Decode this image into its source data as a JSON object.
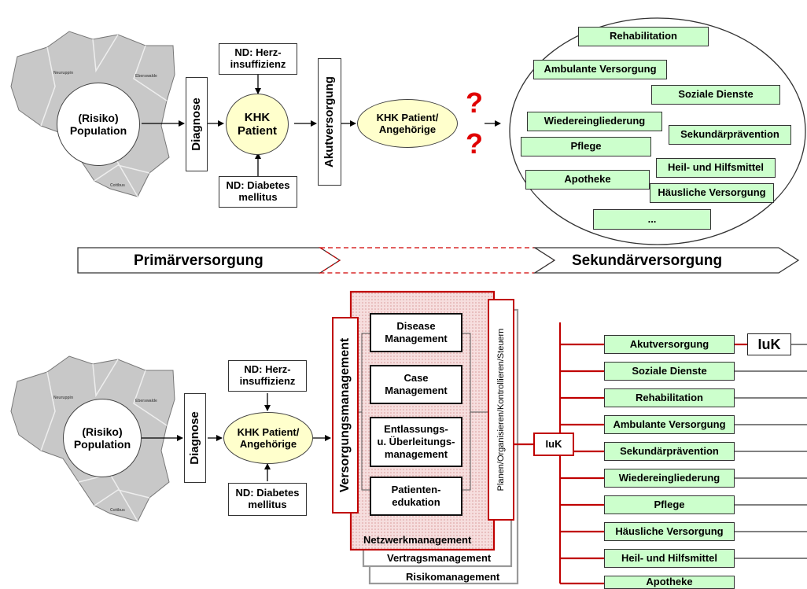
{
  "top": {
    "map_center": "(Risiko)\nPopulation",
    "map_towns": [
      "Eberswalde",
      "Neuruppin",
      "Cottbus"
    ],
    "diagnose": "Diagnose",
    "nd_top": "ND: Herz-\ninsuffizienz",
    "nd_bottom": "ND: Diabetes\nmellitus",
    "patient": "KHK\nPatient",
    "akutversorgung": "Akutversorgung",
    "patient_family": "KHK Patient/\nAngehörige",
    "question_marks": [
      "?",
      "?"
    ],
    "services": [
      "Rehabilitation",
      "Ambulante Versorgung",
      "Soziale Dienste",
      "Wiedereingliederung",
      "Sekundärprävention",
      "Pflege",
      "Heil- und Hilfsmittel",
      "Apotheke",
      "Häusliche Versorgung",
      "..."
    ]
  },
  "phases": {
    "primary": "Primärversorgung",
    "secondary": "Sekundärversorgung"
  },
  "bottom": {
    "map_center": "(Risiko)\nPopulation",
    "map_towns": [
      "Eberswalde",
      "Neuruppin",
      "Cottbus"
    ],
    "diagnose": "Diagnose",
    "nd_top": "ND: Herz-\ninsuffizienz",
    "nd_bottom": "ND: Diabetes\nmellitus",
    "patient_family": "KHK Patient/\nAngehörige",
    "versorgungsmanagement": "Versorgungsmanagement",
    "tools": [
      "Disease\nManagement",
      "Case\nManagement",
      "Entlassungs-\nu. Überleitungs-\nmanagement",
      "Patienten-\nedukation"
    ],
    "planen": "Planen/Organisieren/Kontrollieren/Steuern",
    "iuk": "IuK",
    "iuk_large": "IuK",
    "layers": [
      "Netzwerkmanagement",
      "Vertragsmanagement",
      "Risikomanagement"
    ],
    "services": [
      "Akutversorgung",
      "Soziale Dienste",
      "Rehabilitation",
      "Ambulante Versorgung",
      "Sekundärprävention",
      "Wiedereingliederung",
      "Pflege",
      "Häusliche Versorgung",
      "Heil- und Hilfsmittel",
      "Apotheke",
      "..."
    ]
  },
  "colors": {
    "accent_red": "#c00000",
    "question_red": "#e00000",
    "service_green": "#ccffcc",
    "patient_yellow": "#ffffcc",
    "map_gray": "#c8c8c8"
  }
}
